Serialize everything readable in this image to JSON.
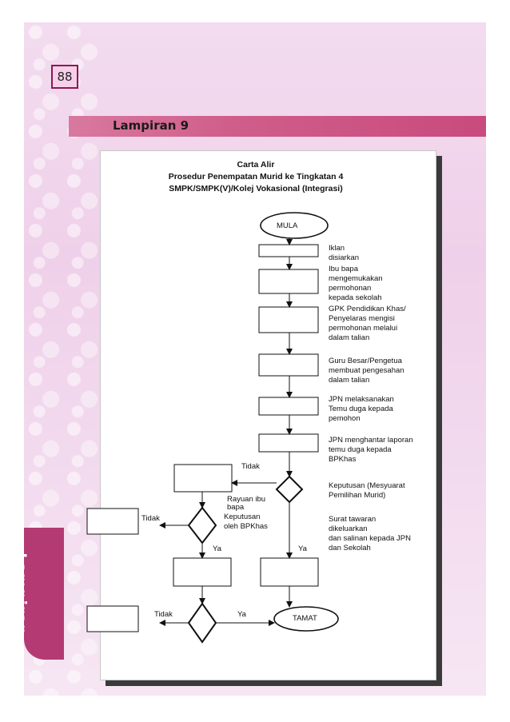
{
  "page": {
    "number": "88",
    "heading": "Lampiran 9",
    "side_tab": "Lampiran"
  },
  "chart": {
    "title_line1": "Carta Alir",
    "title_line2": "Prosedur Penempatan Murid ke Tingkatan 4",
    "title_line3": "SMPK/SMPK(V)/Kolej Vokasional (Integrasi)"
  },
  "nodes": {
    "start": "MULA",
    "end": "TAMAT"
  },
  "steps": {
    "s1": "Iklan\ndisiarkan",
    "s2": "Ibu bapa\nmengemukakan\npermohonan\nkepada sekolah",
    "s3": "GPK Pendidikan Khas/\nPenyelaras mengisi\npermohonan melalui\ndalam talian",
    "s4": "Guru Besar/Pengetua\nmembuat pengesahan\ndalam talian",
    "s5": "JPN melaksanakan\nTemu duga kepada\npemohon",
    "s6": "JPN menghantar laporan\ntemu duga kepada\nBPKhas",
    "d1": "Keputusan (Mesyuarat\nPemilihan Murid)",
    "s7": "Surat tawaran\ndikeluarkan\ndan salinan kepada JPN\ndan Sekolah"
  },
  "branch": {
    "tidak_1": "Tidak",
    "rayuan": "Rayuan ibu\nbapa",
    "keputusan_bpkhas": "Keputusan\noleh BPKhas",
    "tidak_2": "Tidak",
    "ya_1": "Ya",
    "ya_2": "Ya",
    "tidak_3": "Tidak",
    "ya_3": "Ya"
  }
}
